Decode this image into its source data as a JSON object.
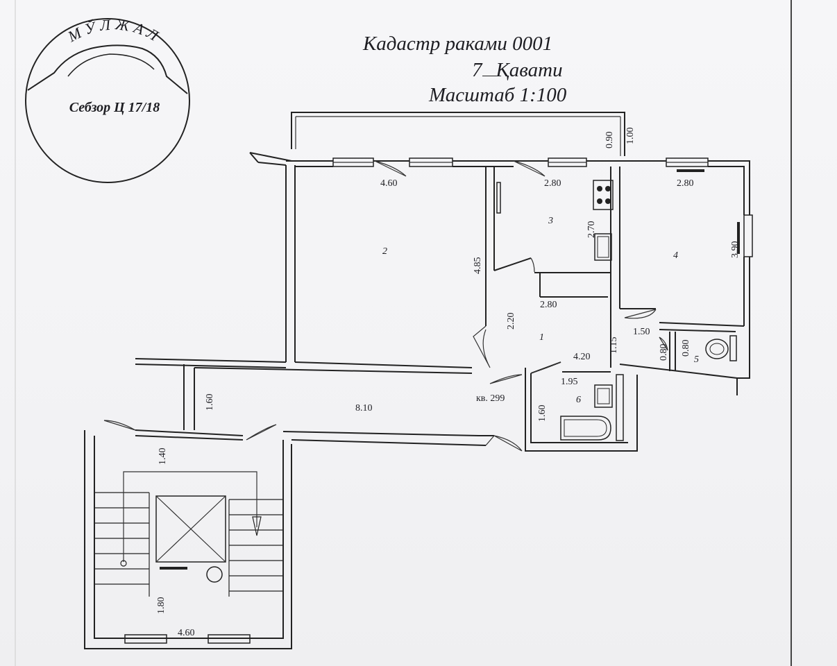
{
  "header": {
    "cadastre_label": "Кадастр раками  0001",
    "floor_number": "7",
    "floor_word": "Қавати",
    "scale_label": "Масштаб 1:100"
  },
  "stamp": {
    "org_name": "МЎЛЖАЛ",
    "subtitle": "Себзор Ц 17/18"
  },
  "rooms": [
    "1",
    "2",
    "3",
    "4",
    "5",
    "6"
  ],
  "apartment_label": "кв. 299",
  "dimensions": {
    "balcony_depth": "0.90",
    "balcony_depth_outer": "1.00",
    "room2_width": "4.60",
    "room2_depth": "4.85",
    "kitchen_width": "2.80",
    "kitchen_depth": "2.70",
    "room4_width": "2.80",
    "room4_depth": "3.90",
    "closet_width": "2.80",
    "hall_depth": "2.20",
    "hall_width": "4.20",
    "corridor_depth": "1.15",
    "wc_width": "1.50",
    "wc_depth_a": "0.80",
    "wc_depth_b": "0.80",
    "bath_width": "1.95",
    "bath_depth": "1.60",
    "common_corridor_depth": "1.60",
    "common_corridor_length": "8.10",
    "stair_top_depth": "1.40",
    "stair_bottom_depth": "1.80",
    "stair_width": "4.60"
  }
}
